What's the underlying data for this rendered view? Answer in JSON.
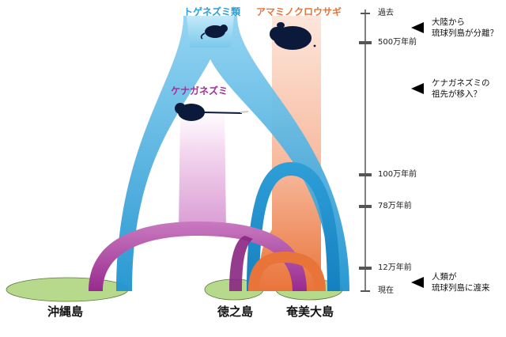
{
  "groups": {
    "tokunoshima_spiny_rat": "トゲネズミ類",
    "ryukyu_rabbit": "アマミノクロウサギ",
    "ryukyu_long_haired_rat": "ケナガネズミ"
  },
  "islands": {
    "okinawa": "沖縄島",
    "tokunoshima": "徳之島",
    "amami_oshima": "奄美大島"
  },
  "timeline": {
    "ticks": [
      {
        "label": "過去"
      },
      {
        "label": "500万年前"
      },
      {
        "label": "100万年前"
      },
      {
        "label": "78万年前"
      },
      {
        "label": "12万年前"
      },
      {
        "label": "現在"
      }
    ]
  },
  "annotations": [
    {
      "text": "大陸から\n琉球列島が分離？"
    },
    {
      "text": "ケナガネズミの\n祖先が移入？"
    },
    {
      "text": "人類が\n琉球列島に渡来"
    }
  ],
  "colors": {
    "spiny_rat": "#2b9fd9",
    "long_haired_rat": "#a0309a",
    "rabbit": "#e8743a",
    "island_fill": "#b7d98c",
    "animal_silhouette": "#0b1a3a"
  },
  "icons": {
    "spiny_rat": "spiny-rat-icon",
    "rabbit": "rabbit-icon",
    "long_haired_rat": "long-haired-rat-icon"
  }
}
